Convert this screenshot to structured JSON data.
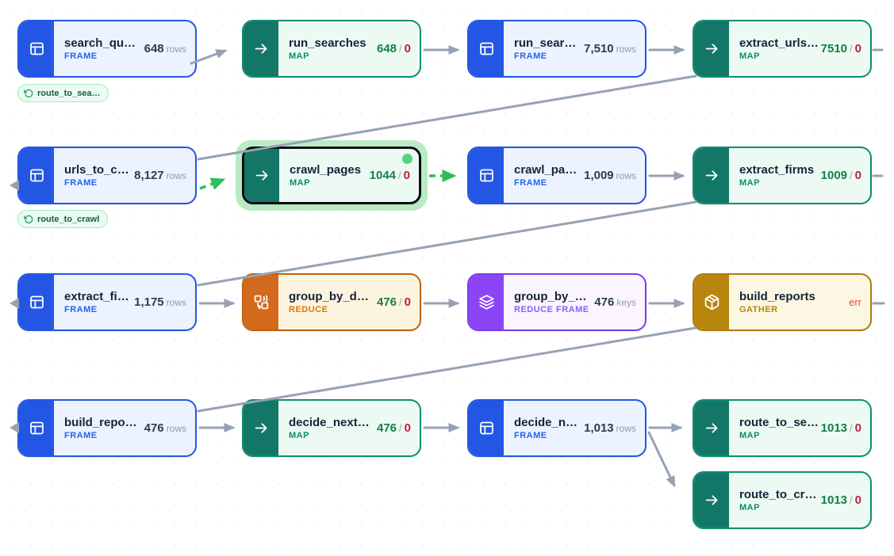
{
  "misc": {
    "separator": "/"
  },
  "colors": {
    "frame_blue": "#2456e4",
    "map_teal": "#137767",
    "reduce_orange": "#d2691d",
    "reduce_frame_purple": "#8b45f7",
    "gather_amber": "#b8860f",
    "success_green": "#157f47",
    "error_red": "#c11c3c",
    "err_label_red": "#f04438",
    "edge_gray": "#96a2b4",
    "active_edge_green": "#2dbd5c",
    "selection_halo_green": "#b9ecc5",
    "running_dot_green": "#57d384"
  },
  "nodes": [
    {
      "title": "search_qu…",
      "type": "FRAME",
      "kind": "frame",
      "metric": {
        "value": "648",
        "unit": "rows"
      }
    },
    {
      "title": "run_searches",
      "type": "MAP",
      "kind": "map",
      "metric": {
        "ok": "648",
        "err": "0"
      }
    },
    {
      "title": "run_sear…",
      "type": "FRAME",
      "kind": "frame",
      "metric": {
        "value": "7,510",
        "unit": "rows"
      }
    },
    {
      "title": "extract_urls…",
      "type": "MAP",
      "kind": "map",
      "metric": {
        "ok": "7510",
        "err": "0"
      }
    },
    {
      "title": "urls_to_c…",
      "type": "FRAME",
      "kind": "frame",
      "metric": {
        "value": "8,127",
        "unit": "rows"
      }
    },
    {
      "title": "crawl_pages",
      "type": "MAP",
      "kind": "map",
      "metric": {
        "ok": "1044",
        "err": "0"
      },
      "selected": true,
      "running_dot": true
    },
    {
      "title": "crawl_pa…",
      "type": "FRAME",
      "kind": "frame",
      "metric": {
        "value": "1,009",
        "unit": "rows"
      }
    },
    {
      "title": "extract_firms",
      "type": "MAP",
      "kind": "map",
      "metric": {
        "ok": "1009",
        "err": "0"
      }
    },
    {
      "title": "extract_fi…",
      "type": "FRAME",
      "kind": "frame",
      "metric": {
        "value": "1,175",
        "unit": "rows"
      }
    },
    {
      "title": "group_by_d…",
      "type": "REDUCE",
      "kind": "reduce",
      "metric": {
        "ok": "476",
        "err": "0"
      }
    },
    {
      "title": "group_by_…",
      "type": "REDUCE FRAME",
      "kind": "reduce-frame",
      "metric": {
        "value": "476",
        "unit": "keys"
      }
    },
    {
      "title": "build_reports",
      "type": "GATHER",
      "kind": "gather",
      "metric": {
        "err_text": "err"
      }
    },
    {
      "title": "build_repo…",
      "type": "FRAME",
      "kind": "frame",
      "metric": {
        "value": "476",
        "unit": "rows"
      }
    },
    {
      "title": "decide_next…",
      "type": "MAP",
      "kind": "map",
      "metric": {
        "ok": "476",
        "err": "0"
      }
    },
    {
      "title": "decide_n…",
      "type": "FRAME",
      "kind": "frame",
      "metric": {
        "value": "1,013",
        "unit": "rows"
      }
    },
    {
      "title": "route_to_se…",
      "type": "MAP",
      "kind": "map",
      "metric": {
        "ok": "1013",
        "err": "0"
      }
    },
    {
      "title": "route_to_cr…",
      "type": "MAP",
      "kind": "map",
      "metric": {
        "ok": "1013",
        "err": "0"
      }
    }
  ],
  "badges": [
    {
      "label": "route_to_sea…"
    },
    {
      "label": "route_to_crawl"
    }
  ]
}
